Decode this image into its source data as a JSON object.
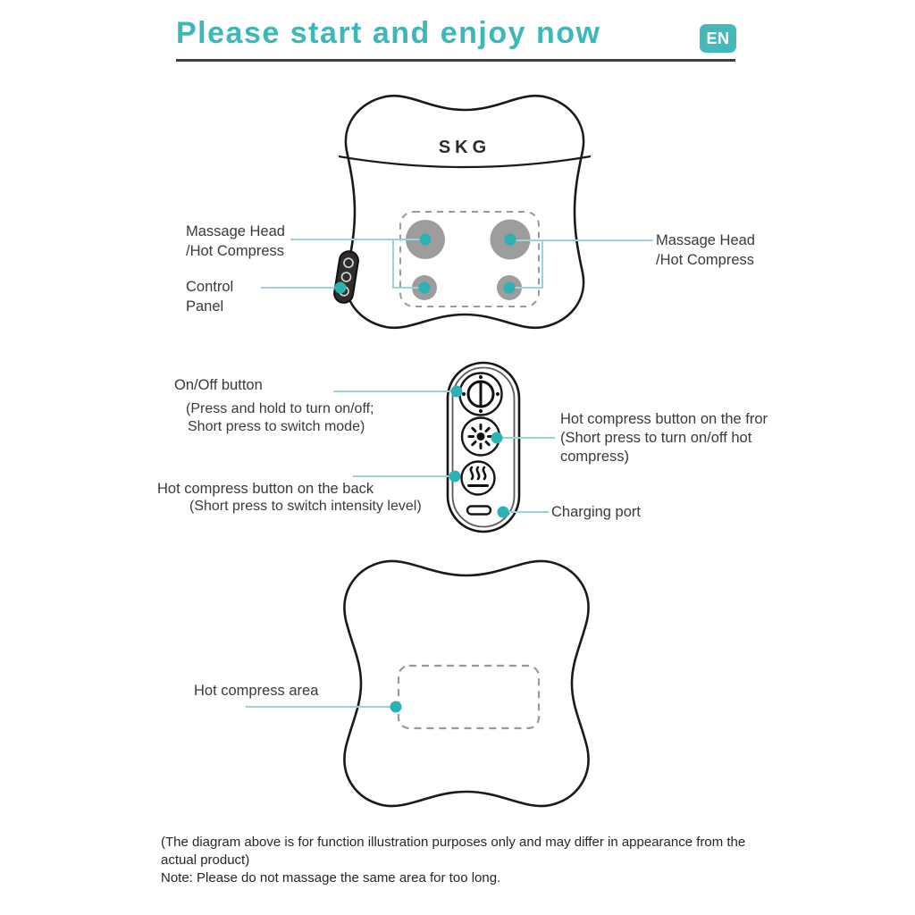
{
  "header": {
    "title": "Please start and enjoy now",
    "language_badge": "EN"
  },
  "front_diagram": {
    "brand": "SKG",
    "massage_head_left_line1": "Massage Head",
    "massage_head_left_line2": "/Hot Compress",
    "massage_head_right_line1": "Massage Head",
    "massage_head_right_line2": "/Hot Compress",
    "control_panel_line1": "Control",
    "control_panel_line2": "Panel"
  },
  "panel_detail": {
    "on_off_label": "On/Off button",
    "on_off_desc1": "(Press and hold to turn on/off;",
    "on_off_desc2": "Short press to switch mode)",
    "hot_front_label": "Hot compress button on the fror",
    "hot_front_desc1": "(Short press to turn on/off hot",
    "hot_front_desc2": "compress)",
    "hot_back_label": "Hot compress button on the back",
    "hot_back_desc": "(Short press to switch intensity level)",
    "charging_label": "Charging port",
    "icons": {
      "on_off": "power-icon",
      "hot_compress_front": "sun-icon",
      "hot_compress_back": "heat-waves-icon",
      "charging": "charging-port-slot-icon"
    }
  },
  "back_diagram": {
    "hot_compress_area_label": "Hot compress area"
  },
  "footer": {
    "disclaimer_line1": "(The diagram above is for function illustration purposes only and may differ in appearance from the",
    "disclaimer_line2": "actual product)",
    "note": "Note: Please do not massage the same area for too long."
  },
  "colors": {
    "accent_teal": "#3db7ba",
    "callout_line": "#9ad4d6",
    "callout_dot": "#2bb2b5",
    "massage_head_gray": "#9d9d9d",
    "outline_dark": "#1a1a1a"
  }
}
